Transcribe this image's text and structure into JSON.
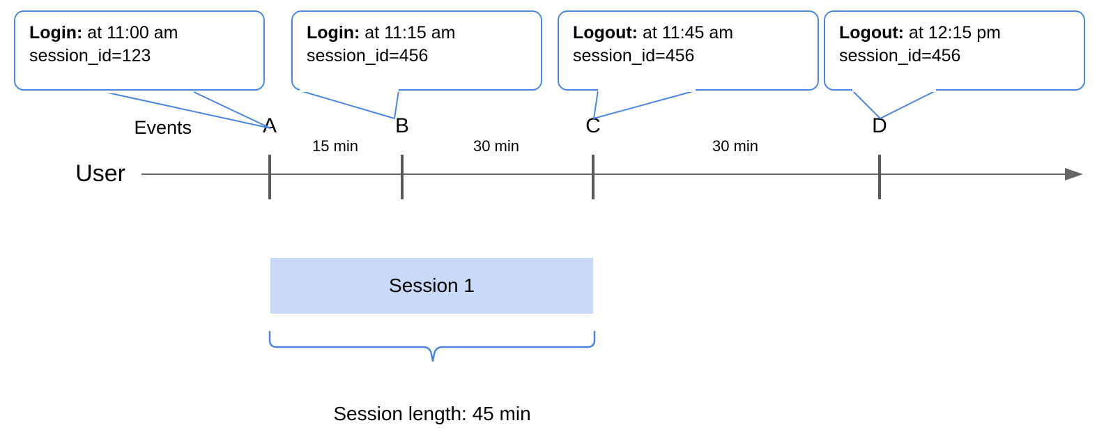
{
  "diagram": {
    "title_caption": "Session length: 45 min",
    "row_labels": {
      "events": "Events",
      "user": "User"
    },
    "accent_color": "#4a86e8",
    "axis_color": "#666666",
    "tick_color": "#595959",
    "session_fill": "#c9daf8"
  },
  "callouts": [
    {
      "event": "Login:",
      "detail": " at 11:00 am",
      "session": "session_id=123"
    },
    {
      "event": "Login:",
      "detail": " at 11:15 am",
      "session": "session_id=456"
    },
    {
      "event": "Logout:",
      "detail": " at 11:45 am",
      "session": "session_id=456"
    },
    {
      "event": "Logout:",
      "detail": " at 12:15 pm",
      "session": "session_id=456"
    }
  ],
  "events": [
    {
      "label": "A"
    },
    {
      "label": "B"
    },
    {
      "label": "C"
    },
    {
      "label": "D"
    }
  ],
  "intervals": [
    {
      "label": "15 min"
    },
    {
      "label": "30 min"
    },
    {
      "label": "30 min"
    }
  ],
  "session": {
    "bar_label": "Session 1",
    "length_caption": "Session length: 45 min"
  },
  "chart_data": {
    "type": "timeline",
    "title": "",
    "xlabel": "",
    "ylabel": "",
    "lanes": [
      "Events",
      "User"
    ],
    "events": [
      {
        "id": "A",
        "type": "Login",
        "time": "11:00 am",
        "session_id": "123"
      },
      {
        "id": "B",
        "type": "Login",
        "time": "11:15 am",
        "session_id": "456"
      },
      {
        "id": "C",
        "type": "Logout",
        "time": "11:45 am",
        "session_id": "456"
      },
      {
        "id": "D",
        "type": "Logout",
        "time": "12:15 pm",
        "session_id": "456"
      }
    ],
    "intervals": [
      {
        "from": "A",
        "to": "B",
        "duration_min": 15,
        "label": "15 min"
      },
      {
        "from": "B",
        "to": "C",
        "duration_min": 30,
        "label": "30 min"
      },
      {
        "from": "C",
        "to": "D",
        "duration_min": 30,
        "label": "30 min"
      }
    ],
    "sessions": [
      {
        "name": "Session 1",
        "start": "A",
        "end": "C",
        "length_min": 45,
        "length_label": "Session length: 45 min"
      }
    ]
  }
}
